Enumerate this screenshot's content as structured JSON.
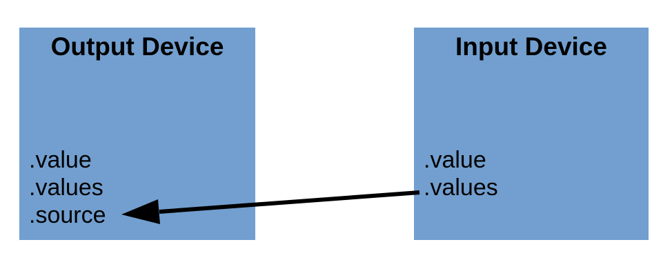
{
  "colors": {
    "box_fill": "#729fcf",
    "arrow": "#000000",
    "text": "#000000",
    "background": "#ffffff"
  },
  "output_device": {
    "title": "Output Device",
    "members": [
      ".value",
      ".values",
      ".source"
    ]
  },
  "input_device": {
    "title": "Input Device",
    "members": [
      ".value",
      ".values"
    ]
  },
  "arrow": {
    "from_box": "Input Device",
    "from_member": ".values",
    "to_box": "Output Device",
    "to_member": ".source",
    "direction": "right-to-left"
  }
}
